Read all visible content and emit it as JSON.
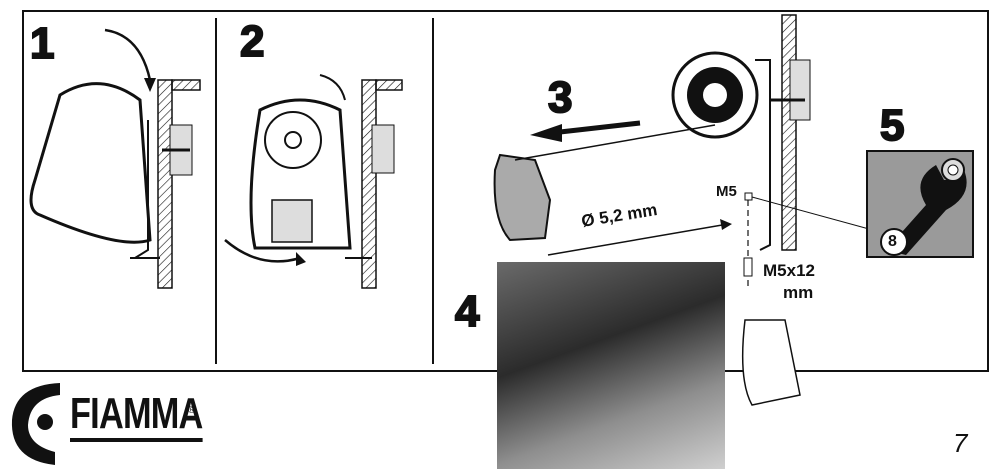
{
  "steps": {
    "step1": "1",
    "step2": "2",
    "step3": "3",
    "step4": "4",
    "step5": "5"
  },
  "labels": {
    "drill_diameter": "Ø 5,2 mm",
    "screw_m5": "M5",
    "screw_size_line1": "M5x12",
    "screw_size_line2": "mm",
    "wrench_size": "8"
  },
  "brand": {
    "name": "FIAMMA",
    "registered": "®"
  },
  "page_number": "7"
}
